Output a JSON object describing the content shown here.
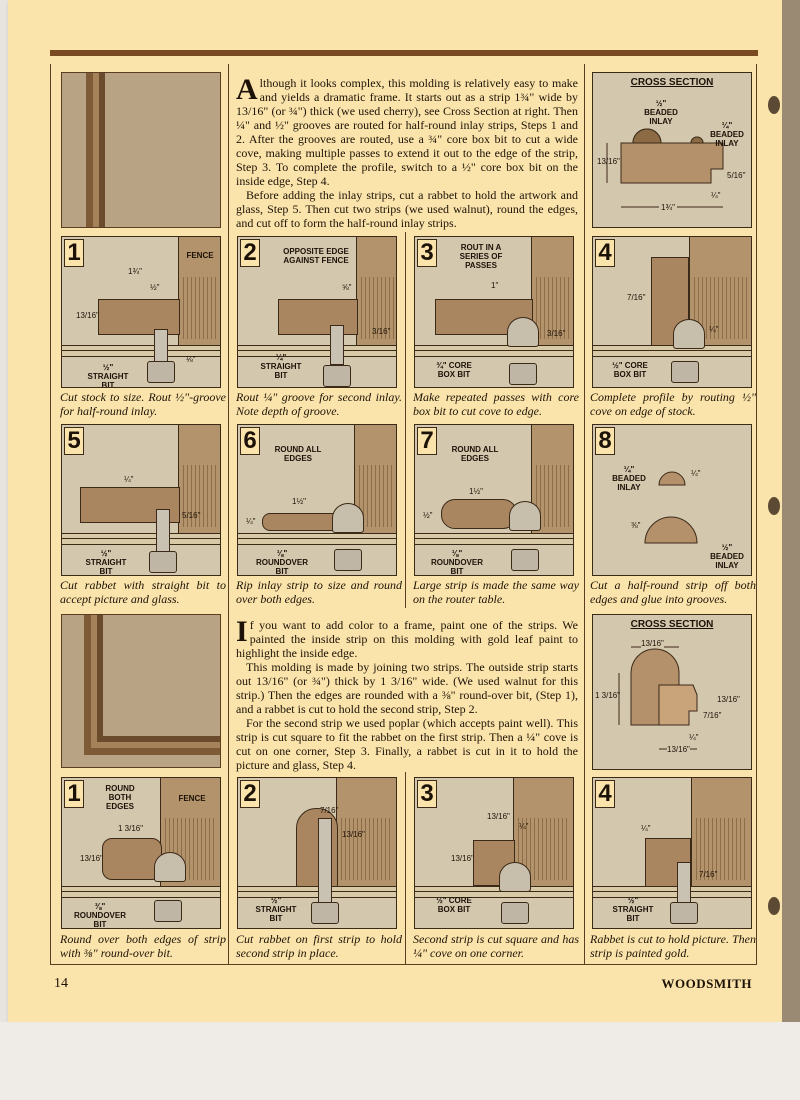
{
  "intro": {
    "dropcap": "A",
    "p1": "lthough it looks complex, this molding is relatively easy to make and yields a dramatic frame. It starts out as a strip 1¾\" wide by 13/16\" (or ¾\") thick (we used cherry), see Cross Section at right. Then ¼\" and ½\" grooves are routed for half-round inlay strips, Steps 1 and 2. After the grooves are routed, use a ¾\" core box bit to cut a wide cove, making multiple passes to extend it out to the edge of the strip, Step 3. To complete the profile, switch to a ½\" core box bit on the inside edge, Step 4.",
    "p2": "Before adding the inlay strips, cut a rabbet to hold the artwork and glass, Step 5. Then cut two strips (we used walnut), round the edges, and cut off to form the half-round inlay strips."
  },
  "second_text": {
    "dropcap": "I",
    "p1": "f you want to add color to a frame, paint one of the strips. We painted the inside strip on this molding with gold leaf paint to highlight the inside edge.",
    "p2": "This molding is made by joining two strips. The outside strip starts out 13/16\" (or ¾\") thick by 1 3/16\" wide. (We used walnut for this strip.) Then the edges are rounded with a ⅜\" round-over bit, (Step 1), and a rabbet is cut to hold the second strip, Step 2.",
    "p3": "For the second strip we used poplar (which accepts paint well). This strip is cut square to fit the rabbet on the first strip. Then a ¼\" cove is cut on one corner, Step 3. Finally, a rabbet is cut in it to hold the picture and glass, Step 4."
  },
  "cross_section_1": {
    "title": "CROSS SECTION",
    "label_a": "½\" BEADED INLAY",
    "label_b": "¼\" BEADED INLAY",
    "dim_height": "13/16\"",
    "dim_width": "1¾\"",
    "dim_right": "5/16\"",
    "dim_bottom": "¼\""
  },
  "cross_section_2": {
    "title": "CROSS SECTION",
    "dim_top": "13/16\"",
    "dim_left": "1 3/16\"",
    "dim_right1": "13/16\"",
    "dim_right2": "7/16\"",
    "dim_bottom1": "¼\"",
    "dim_bottom2": "13/16\""
  },
  "steps_top": [
    {
      "num": "1",
      "labels": [
        "FENCE",
        "½\" STRAIGHT BIT"
      ],
      "dims": [
        "1¾\"",
        "½\"",
        "13/16\"",
        "⅛\""
      ],
      "caption": "Cut stock to size. Rout ½\"-groove for half-round inlay."
    },
    {
      "num": "2",
      "labels": [
        "OPPOSITE EDGE AGAINST FENCE",
        "¼\" STRAIGHT BIT"
      ],
      "dims": [
        "⅝\"",
        "3/16\""
      ],
      "caption": "Rout ¼\" groove for second inlay. Note depth of groove."
    },
    {
      "num": "3",
      "labels": [
        "ROUT IN A SERIES OF PASSES",
        "¾\" CORE BOX BIT"
      ],
      "dims": [
        "1\"",
        "3/16\""
      ],
      "caption": "Make repeated passes with core box bit to cut cove to edge."
    },
    {
      "num": "4",
      "labels": [
        "½\" CORE BOX BIT"
      ],
      "dims": [
        "7/16\"",
        "¼\""
      ],
      "caption": "Complete profile by routing ½\" cove on edge of stock."
    }
  ],
  "steps_mid": [
    {
      "num": "5",
      "labels": [
        "½\" STRAIGHT BIT"
      ],
      "dims": [
        "¼\"",
        "5/16\""
      ],
      "caption": "Cut rabbet with straight bit to accept picture and glass."
    },
    {
      "num": "6",
      "labels": [
        "ROUND ALL EDGES",
        "⅛\" ROUNDOVER BIT"
      ],
      "dims": [
        "1½\"",
        "¼\""
      ],
      "caption": "Rip inlay strip to size and round over both edges."
    },
    {
      "num": "7",
      "labels": [
        "ROUND ALL EDGES",
        "⅛\" ROUNDOVER BIT"
      ],
      "dims": [
        "1½\"",
        "½\""
      ],
      "caption": "Large strip is made the same way on the router table."
    },
    {
      "num": "8",
      "labels": [
        "¼\" BEADED INLAY",
        "½\" BEADED INLAY"
      ],
      "dims": [
        "¼\"",
        "⅜\""
      ],
      "caption": "Cut a half-round strip off both edges and glue into grooves."
    }
  ],
  "steps_bottom": [
    {
      "num": "1",
      "labels": [
        "ROUND BOTH EDGES",
        "FENCE",
        "⅜\" ROUNDOVER BIT"
      ],
      "dims": [
        "1 3/16\"",
        "13/16\""
      ],
      "caption": "Round over both edges of strip with ⅜\" round-over bit."
    },
    {
      "num": "2",
      "labels": [
        "½\" STRAIGHT BIT"
      ],
      "dims": [
        "7/16\"",
        "13/16\""
      ],
      "caption": "Cut rabbet on first strip to hold second strip in place."
    },
    {
      "num": "3",
      "labels": [
        "½\" CORE BOX BIT"
      ],
      "dims": [
        "13/16\"",
        "¼\"",
        "13/16\""
      ],
      "caption": "Second strip is cut square and has ¼\" cove on one corner."
    },
    {
      "num": "4",
      "labels": [
        "½\" STRAIGHT BIT"
      ],
      "dims": [
        "¼\"",
        "7/16\""
      ],
      "caption": "Rabbet is cut to hold picture. Then strip is painted gold."
    }
  ],
  "footer": {
    "page_number": "14",
    "magazine": "WOODSMITH"
  }
}
